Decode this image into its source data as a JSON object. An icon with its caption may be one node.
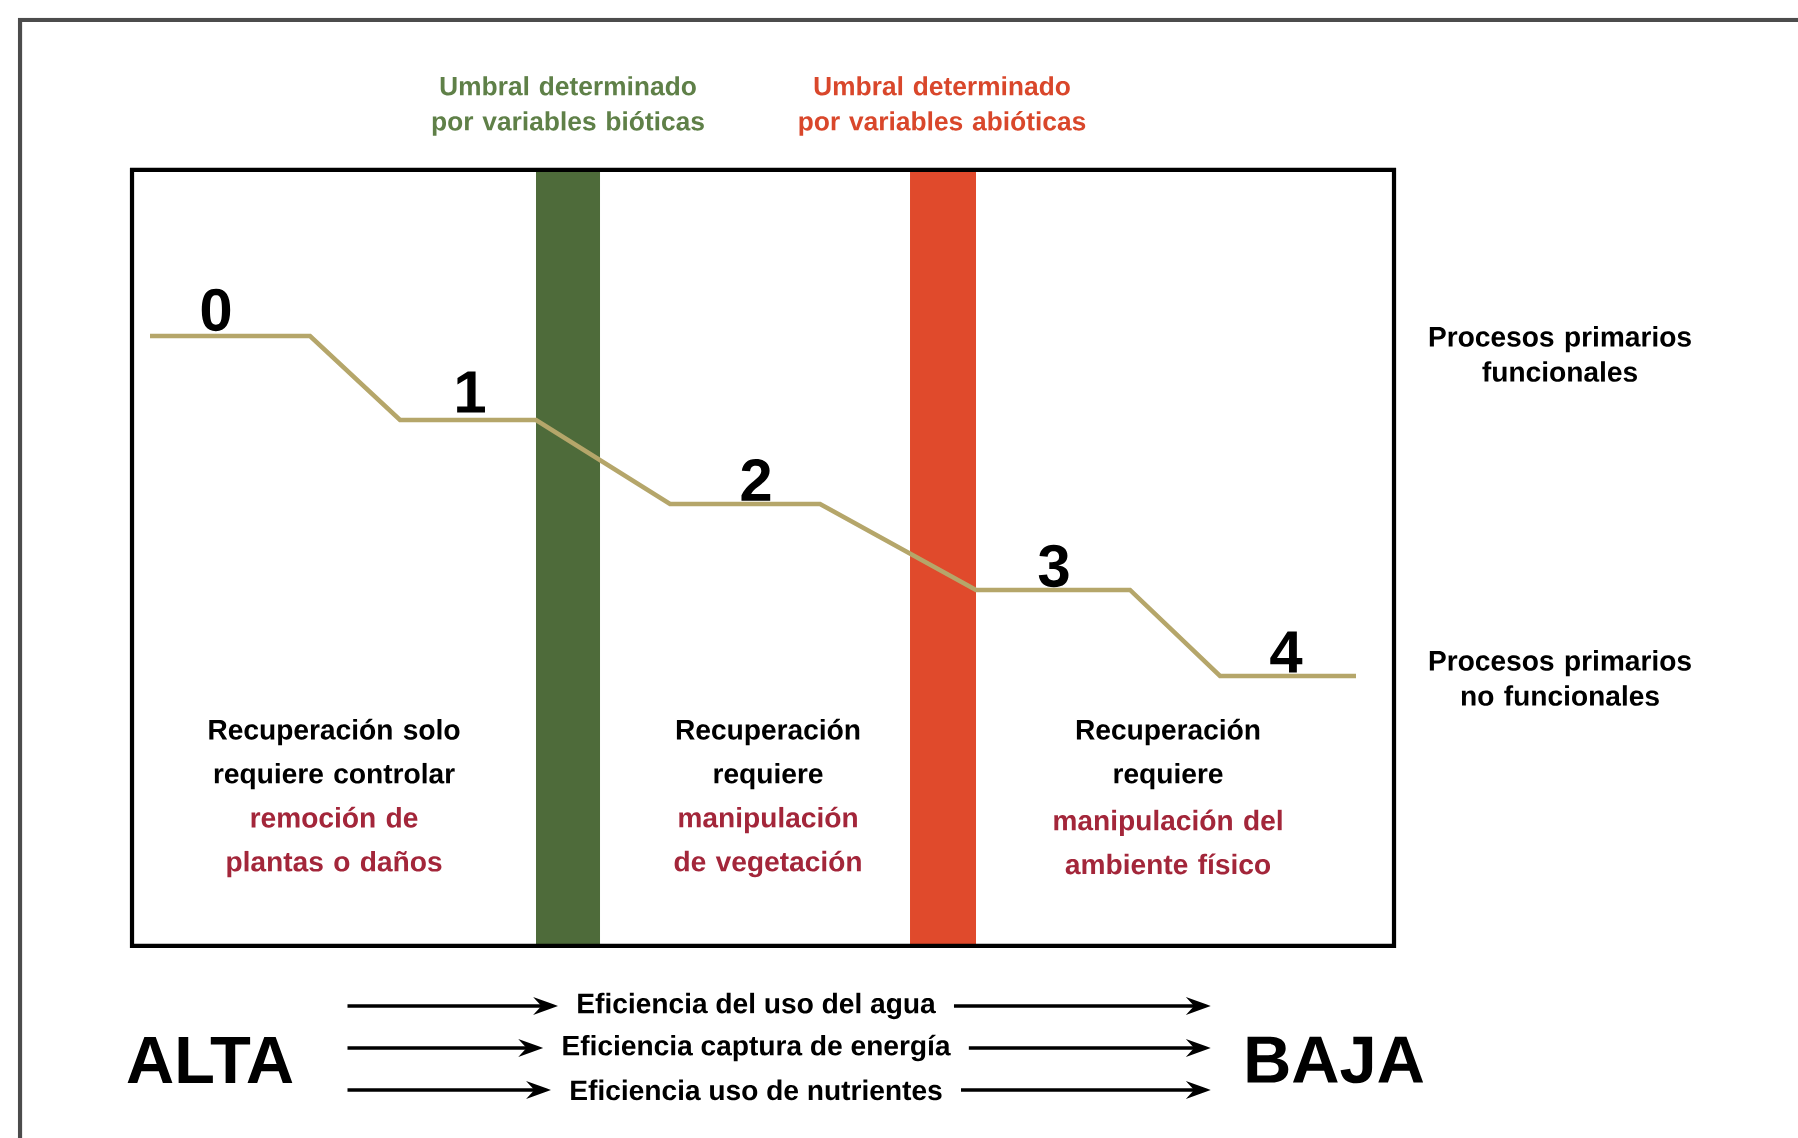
{
  "diagram": {
    "nodes": [
      {
        "text": [
          "Umbral determinado por variables bióticas"
        ],
        "in": 2
      },
      {
        "text": [
          "Umbral determinado por variables abióticas"
        ],
        "in": 2
      },
      {
        "text": [],
        "shape": "box"
      },
      {
        "text": [
          "ALTA"
        ]
      },
      {
        "text": [
          "Eficiencia del uso del agua"
        ]
      },
      {
        "text": [
          "Eficiencia captura de energía"
        ]
      },
      {
        "text": [
          "Eficiencia uso de nutrientes"
        ]
      },
      {
        "text": [
          "BAJA"
        ]
      }
    ],
    "edges": [
      {
        "from": 3,
        "to": 4,
        "arrow": "to"
      },
      {
        "from": 4,
        "to": 7,
        "arrow": "to"
      },
      {
        "from": 3,
        "to": 5,
        "arrow": "to"
      },
      {
        "from": 5,
        "to": 7,
        "arrow": "to"
      },
      {
        "from": 3,
        "to": 6,
        "arrow": "to"
      },
      {
        "from": 6,
        "to": 7,
        "arrow": "to"
      }
    ],
    "labels": [
      "0",
      "1",
      "Procesos primarios funcionales",
      "2",
      "3",
      "4",
      "Procesos primarios no funcionales",
      "Recuperación solo requiere controlar",
      "remoción de plantas o daños",
      "Recuperación requiere",
      "manipulación de vegetación",
      "Recuperación requiere",
      "manipulación del ambiente físico"
    ]
  }
}
